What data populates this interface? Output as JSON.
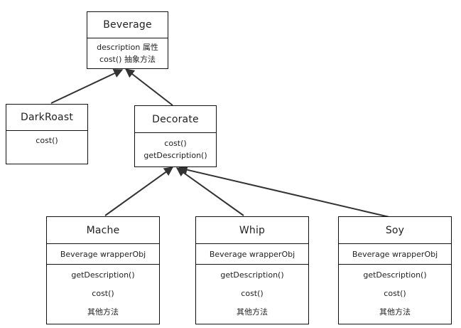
{
  "diagram": {
    "beverage": {
      "name": "Beverage",
      "members": [
        "description 属性",
        "cost() 抽象方法"
      ]
    },
    "darkroast": {
      "name": "DarkRoast",
      "methods": [
        "cost()"
      ]
    },
    "decorate": {
      "name": "Decorate",
      "methods": [
        "cost()",
        "getDescription()"
      ]
    },
    "mache": {
      "name": "Mache",
      "field": "Beverage  wrapperObj",
      "methods": [
        "getDescription()",
        "cost()",
        "其他方法"
      ]
    },
    "whip": {
      "name": "Whip",
      "field": "Beverage  wrapperObj",
      "methods": [
        "getDescription()",
        "cost()",
        "其他方法"
      ]
    },
    "soy": {
      "name": "Soy",
      "field": "Beverage  wrapperObj",
      "methods": [
        "getDescription()",
        "cost()",
        "其他方法"
      ]
    }
  }
}
